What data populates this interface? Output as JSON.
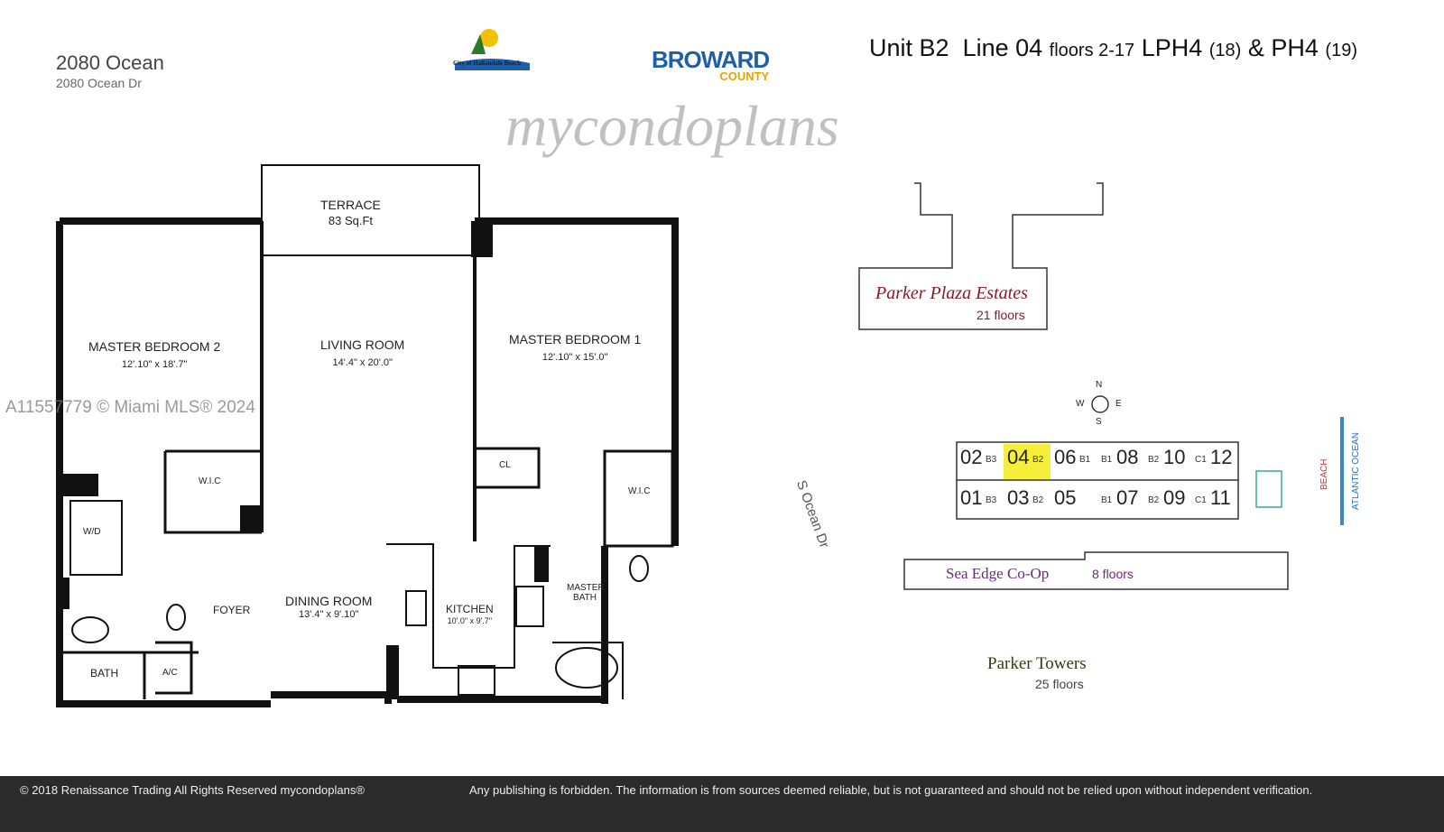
{
  "building": {
    "name": "2080 Ocean",
    "address": "2080 Ocean Dr"
  },
  "logos": {
    "hallandale": "City of Hallandale Beach",
    "broward_top": "BROWARD",
    "broward_bottom": "COUNTY"
  },
  "header": {
    "unit": "Unit B2",
    "line": "Line 04",
    "floors": "floors 2-17",
    "lph": "LPH4",
    "lph_floor": "(18)",
    "amp": "&",
    "ph": "PH4",
    "ph_floor": "(19)"
  },
  "rooms": {
    "terrace": {
      "name": "TERRACE",
      "dim": "83 Sq.Ft"
    },
    "master_bedroom_2": {
      "name": "MASTER BEDROOM 2",
      "dim": "12'.10\" x 18'.7\""
    },
    "living_room": {
      "name": "LIVING ROOM",
      "dim": "14'.4\" x 20'.0\""
    },
    "master_bedroom_1": {
      "name": "MASTER BEDROOM 1",
      "dim": "12'.10\" x 15'.0\""
    },
    "wic_left": "W.I.C",
    "closet": "CL",
    "wic_right": "W.I.C",
    "washer_dryer": "W/D",
    "foyer": "FOYER",
    "dining_room": {
      "name": "DINING ROOM",
      "dim": "13'.4\" x 9'.10\""
    },
    "kitchen": {
      "name": "KITCHEN",
      "dim": "10'.0\" x 9'.7\""
    },
    "master_bath": "MASTER BATH",
    "bath": "BATH",
    "ac": "A/C"
  },
  "watermark": {
    "mls": "A11557779 © Miami MLS® 2024",
    "brand": "mycondoplans"
  },
  "site": {
    "parker_plaza": {
      "name": "Parker Plaza Estates",
      "floors": "21 floors"
    },
    "street": "S Ocean Dr",
    "compass": {
      "n": "N",
      "s": "S",
      "e": "E",
      "w": "W"
    },
    "units_top": [
      {
        "num": "02",
        "type": "B3"
      },
      {
        "num": "04",
        "type": "B2",
        "highlight": true
      },
      {
        "num": "06",
        "type": "B1"
      },
      {
        "num": "08",
        "type": "B1"
      },
      {
        "num": "10",
        "type": "B2"
      },
      {
        "num": "12",
        "type": "C1"
      }
    ],
    "units_bottom": [
      {
        "num": "01",
        "type": "B3"
      },
      {
        "num": "03",
        "type": "B2"
      },
      {
        "num": "05",
        "type": ""
      },
      {
        "num": "07",
        "type": "B1"
      },
      {
        "num": "09",
        "type": "B2"
      },
      {
        "num": "11",
        "type": "C1"
      }
    ],
    "beach": "BEACH",
    "ocean": "ATLANTIC OCEAN",
    "sea_edge": {
      "name": "Sea Edge Co-Op",
      "floors": "8 floors"
    },
    "parker_towers": {
      "name": "Parker Towers",
      "floors": "25 floors"
    },
    "highlight_color": "#f5ee3a"
  },
  "footer": {
    "copyright": "© 2018  Renaissance Trading  All Rights Reserved  mycondoplans®",
    "disclaimer": "Any publishing is forbidden.  The information is from sources deemed reliable, but is not guaranteed and should not be relied upon without independent verification."
  }
}
